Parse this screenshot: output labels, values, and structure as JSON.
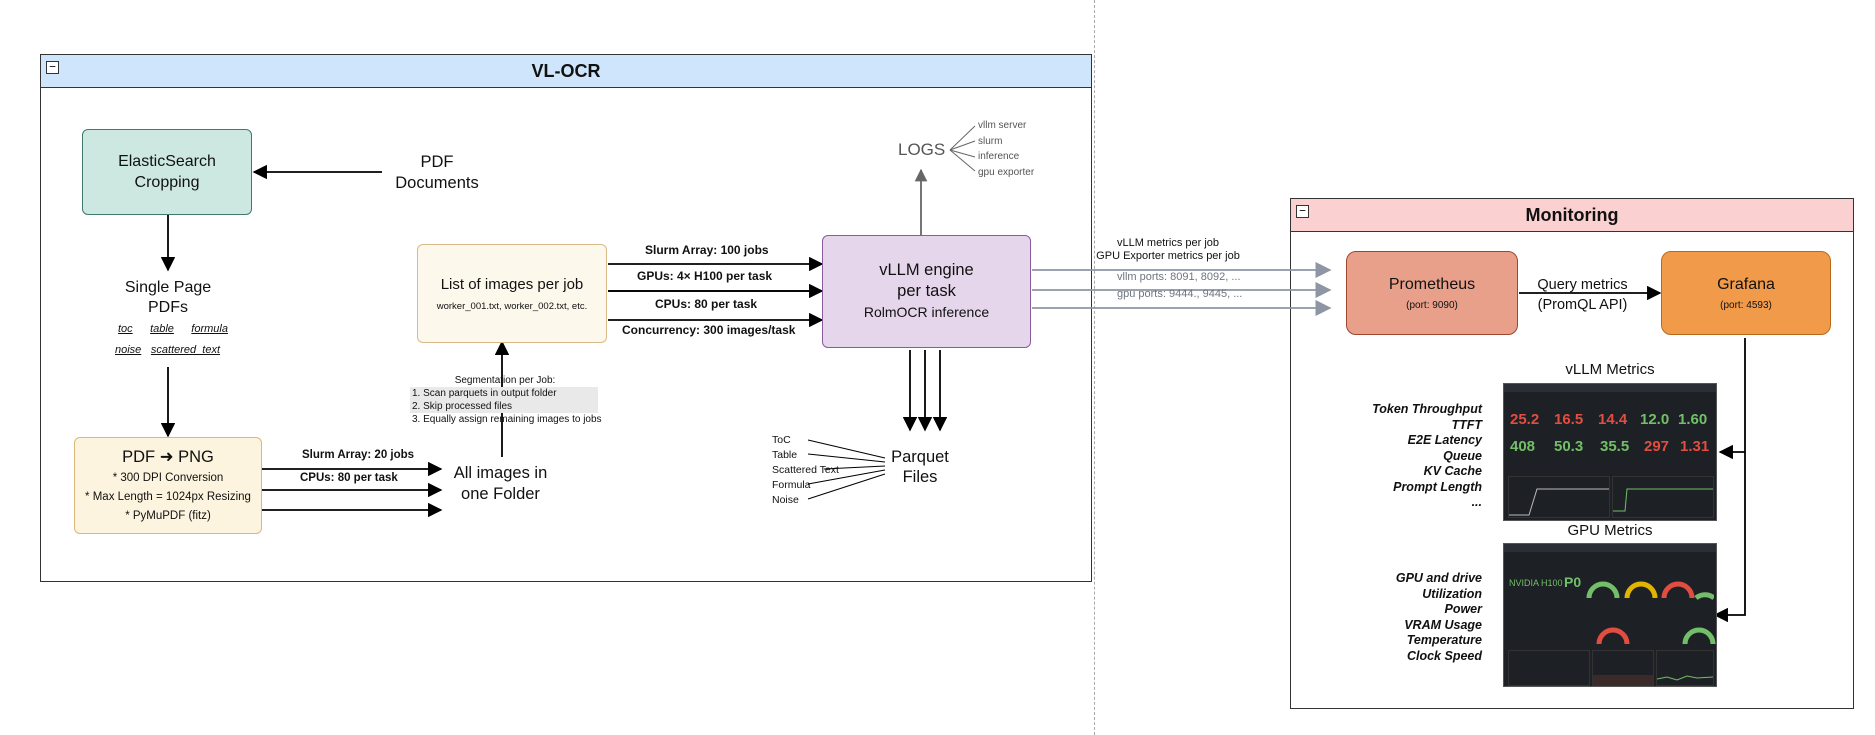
{
  "vlocr": {
    "title": "VL-OCR",
    "collapse_symbol": "−",
    "elastic_box": [
      "ElasticSearch",
      "Cropping"
    ],
    "pdf_docs": [
      "PDF",
      "Documents"
    ],
    "single_page": [
      "Single Page",
      "PDFs"
    ],
    "tags_row1": [
      "toc",
      "table",
      "formula"
    ],
    "tags_row2": [
      "noise",
      "scattered_text"
    ],
    "pdf_png": {
      "title": "PDF ➜ PNG",
      "lines": [
        "* 300 DPI Conversion",
        "* Max Length = 1024px Resizing",
        "* PyMuPDF (fitz)"
      ]
    },
    "arrow_labels_left": [
      "Slurm Array: 20 jobs",
      "CPUs: 80 per task"
    ],
    "all_images": [
      "All images in",
      "one Folder"
    ],
    "segmentation": {
      "title": "Segmentation per Job:",
      "steps": [
        "1. Scan parquets in output folder",
        "2. Skip processed files",
        "3. Equally assign remaining images to jobs"
      ]
    },
    "list_images": {
      "title": "List of images per job",
      "sub": "worker_001.txt, worker_002.txt, etc."
    },
    "arrow_labels_mid": [
      "Slurm Array: 100 jobs",
      "GPUs: 4× H100 per task",
      "CPUs: 80 per task",
      "Concurrency: 300 images/task"
    ],
    "vllm_box": [
      "vLLM engine",
      "per task",
      "RolmOCR inference"
    ],
    "logs": {
      "title": "LOGS",
      "items": [
        "vllm server",
        "slurm",
        "inference",
        "gpu exporter"
      ]
    },
    "parquet": [
      "Parquet",
      "Files"
    ],
    "parquet_inputs": [
      "ToC",
      "Table",
      "Scattered Text",
      "Formula",
      "Noise"
    ]
  },
  "links": {
    "top_labels": [
      "vLLM metrics per job",
      "GPU Exporter metrics per job"
    ],
    "ports": [
      "vllm ports: 8091, 8092, ...",
      "gpu ports: 9444., 9445, ..."
    ]
  },
  "monitoring": {
    "title": "Monitoring",
    "prometheus": {
      "name": "Prometheus",
      "port": "(port: 9090)"
    },
    "grafana": {
      "name": "Grafana",
      "port": "(port: 4593)"
    },
    "query": [
      "Query metrics",
      "(PromQL API)"
    ],
    "vllm_metrics": {
      "title": "vLLM Metrics",
      "items": [
        "Token Throughput",
        "TTFT",
        "E2E Latency",
        "Queue",
        "KV Cache",
        "Prompt Length",
        "..."
      ],
      "dashboard_values": [
        "25.2",
        "16.5",
        "14.4",
        "12.0",
        "1.60",
        "408",
        "50.3",
        "35.5",
        "297",
        "1.31"
      ]
    },
    "gpu_metrics": {
      "title": "GPU Metrics",
      "items": [
        "GPU and drive",
        "Utilization",
        "Power",
        "VRAM Usage",
        "Temperature",
        "Clock Speed"
      ],
      "dashboard_values": [
        "NVIDIA H100",
        "P0"
      ]
    }
  },
  "colors": {
    "elastic": "#cde8e1",
    "elastic_border": "#3f7a6c",
    "pdfpng": "#fdf4df",
    "pdfpng_border": "#d9b978",
    "list": "#fdf8ec",
    "list_border": "#d8b988",
    "vllm": "#e6d6ec",
    "vllm_border": "#8a5a9e",
    "prometheus": "#e8a08a",
    "prometheus_border": "#a0452e",
    "grafana": "#f19a49",
    "grafana_border": "#b86a1c",
    "vlocr_header": "#cfe5fb",
    "monitoring_header": "#fbd0d0",
    "link_arrow": "#8f96a3"
  }
}
